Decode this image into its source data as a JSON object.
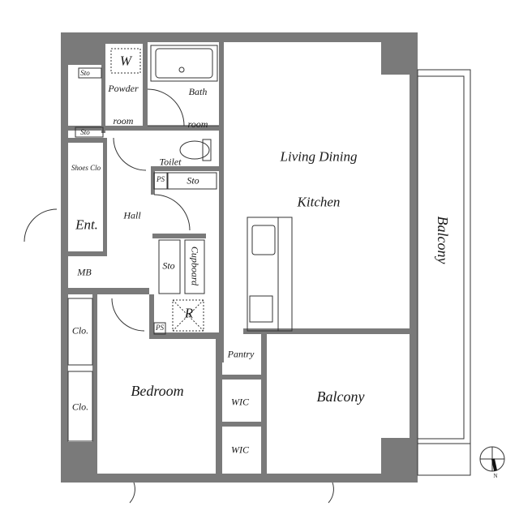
{
  "plan": {
    "colors": {
      "wall": "#7a7a7a",
      "line": "#333333",
      "background": "#ffffff"
    },
    "rooms": {
      "living_dining_kitchen": {
        "line1": "Living Dining",
        "line2": "Kitchen"
      },
      "bedroom": "Bedroom",
      "balcony_inner": "Balcony",
      "balcony_outer": "Balcony",
      "bathroom": {
        "line1": "Bath",
        "line2": "room"
      },
      "powder_room": {
        "line1": "Powder",
        "line2": "room"
      },
      "toilet": "Toilet",
      "hall": "Hall",
      "entrance": "Ent.",
      "mb": "MB",
      "shoes_closet": "Shoes Clo",
      "storage_top": "Sto",
      "storage_mid": "Sto",
      "storage_toilet": "Sto",
      "storage_hall": "Sto",
      "cupboard": "Cupboard",
      "refrigerator": "R",
      "washer": "W",
      "ps_upper": "PS",
      "ps_lower": "PS",
      "pantry": "Pantry",
      "wic_upper": "WIC",
      "wic_lower": "WIC",
      "closet_upper": "Clo.",
      "closet_lower": "Clo."
    },
    "compass": {
      "label": "N"
    }
  }
}
